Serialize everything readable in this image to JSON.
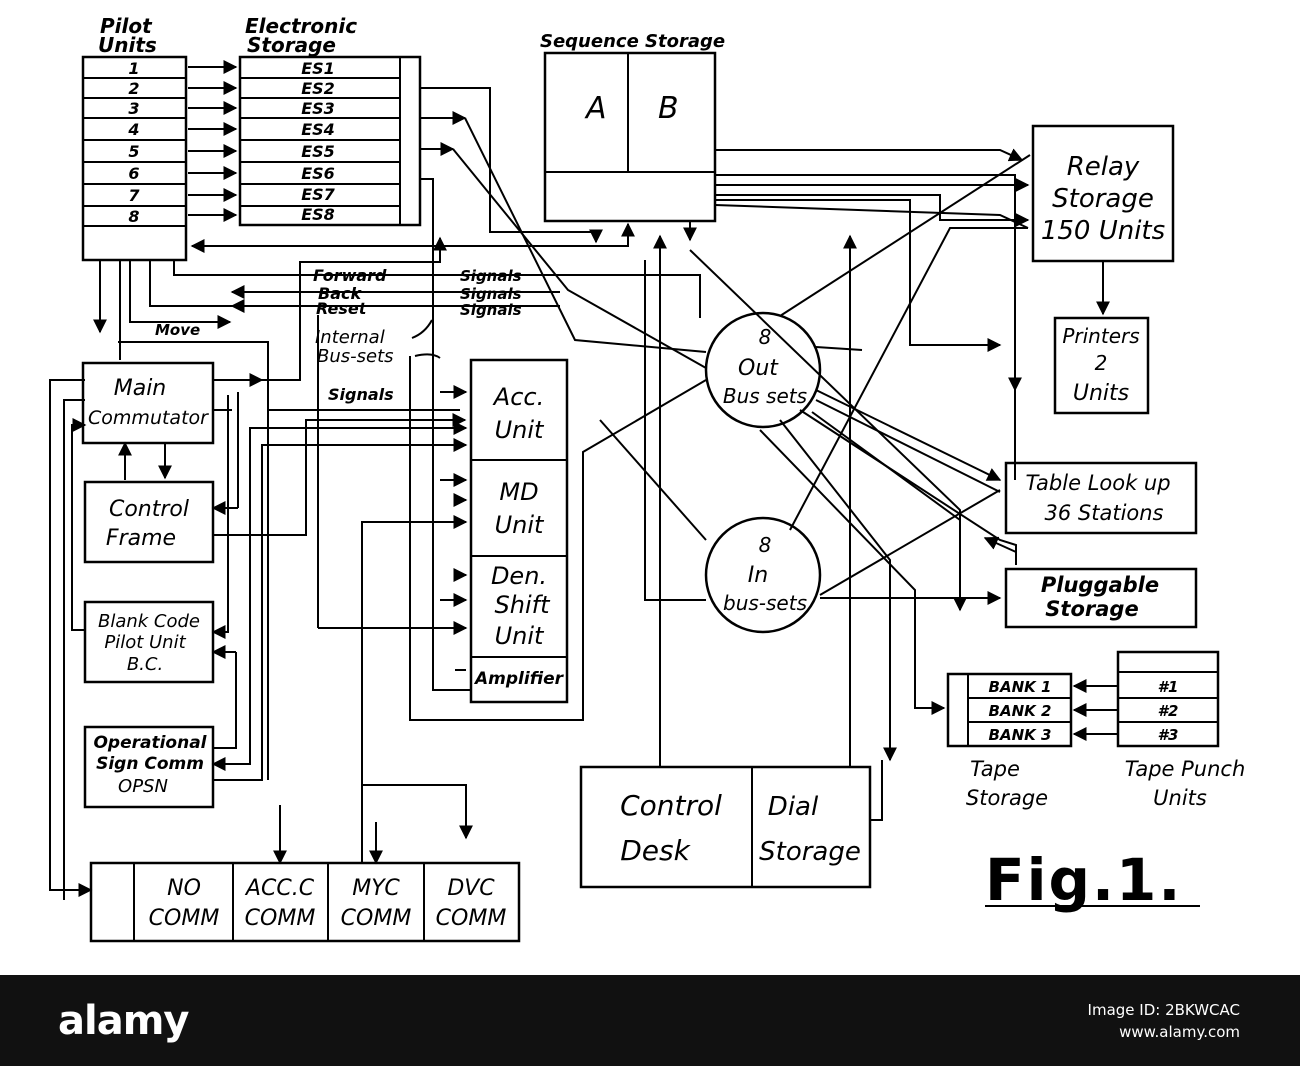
{
  "diagram": {
    "pilot_units": {
      "title_1": "Pilot",
      "title_2": "Units",
      "rows": [
        "1",
        "2",
        "3",
        "4",
        "5",
        "6",
        "7",
        "8"
      ]
    },
    "electronic_storage": {
      "title_1": "Electronic",
      "title_2": "Storage",
      "rows": [
        "ES1",
        "ES2",
        "ES3",
        "ES4",
        "ES5",
        "ES6",
        "ES7",
        "ES8"
      ]
    },
    "sequence_storage": {
      "title": "Sequence Storage",
      "a": "A",
      "b": "B"
    },
    "relay_storage": {
      "line1": "Relay",
      "line2": "Storage",
      "line3": "150 Units"
    },
    "printers": {
      "line1": "Printers",
      "line2": "2",
      "line3": "Units"
    },
    "main_commutator": {
      "line1": "Main",
      "line2": "Commutator"
    },
    "control_frame": {
      "line1": "Control",
      "line2": "Frame"
    },
    "blank_code": {
      "line1": "Blank Code",
      "line2": "Pilot Unit",
      "line3": "B.C."
    },
    "opsn": {
      "line1": "Operational",
      "line2": "Sign Comm",
      "line3": "OPSN"
    },
    "signal_labels": {
      "forward": "Forward",
      "back": "Back",
      "reset": "Reset",
      "signals": "Signals",
      "internal_1": "Internal",
      "internal_2": "Bus-sets",
      "move": "Move",
      "signals_lower": "Signals"
    },
    "units": {
      "acc_1": "Acc.",
      "acc_2": "Unit",
      "md_1": "MD",
      "md_2": "Unit",
      "den_1": "Den.",
      "den_2": "Shift",
      "den_3": "Unit",
      "amplifier": "Amplifier"
    },
    "out_bus": {
      "line1": "8",
      "line2": "Out",
      "line3": "Bus sets"
    },
    "in_bus": {
      "line1": "8",
      "line2": "In",
      "line3": "bus-sets"
    },
    "table_lookup": {
      "line1": "Table Look up",
      "line2": "36 Stations"
    },
    "pluggable": {
      "line1": "Pluggable",
      "line2": "Storage"
    },
    "tape_storage": {
      "banks": [
        "BANK 1",
        "BANK 2",
        "BANK 3"
      ],
      "label_1": "Tape",
      "label_2": "Storage"
    },
    "tape_punch": {
      "units": [
        "#1",
        "#2",
        "#3"
      ],
      "label_1": "Tape Punch",
      "label_2": "Units"
    },
    "control_desk": {
      "line1": "Control",
      "line2": "Desk"
    },
    "dial_storage": {
      "line1": "Dial",
      "line2": "Storage"
    },
    "comm_row": [
      {
        "line1": "NO",
        "line2": "COMM"
      },
      {
        "line1": "ACC.C",
        "line2": "COMM"
      },
      {
        "line1": "MYC",
        "line2": "COMM"
      },
      {
        "line1": "DVC",
        "line2": "COMM"
      }
    ],
    "figure_label": "Fig.1."
  },
  "footer": {
    "logo": "alamy",
    "image_id": "Image ID: 2BKWCAC",
    "site": "www.alamy.com"
  }
}
